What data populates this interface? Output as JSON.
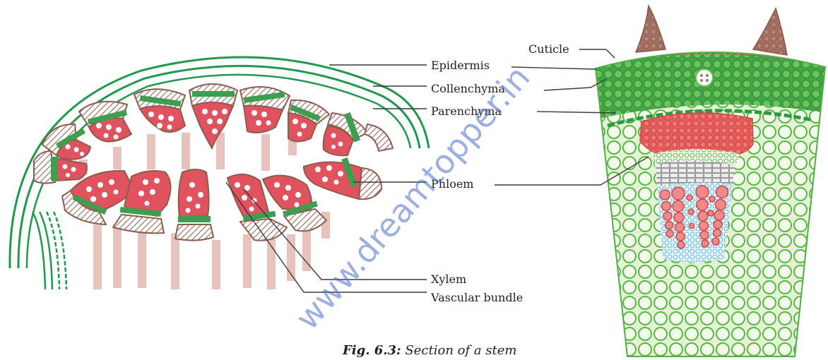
{
  "labels": {
    "cuticle": "Cuticle",
    "epidermis": "Epidermis",
    "collenchyma": "Collenchyma",
    "parenchyma": "Parenchyma",
    "phloem": "Phloem",
    "xylem": "Xylem",
    "vascular_bundle": "Vascular bundle"
  },
  "caption": {
    "figure": "Fig. 6.3:",
    "text": " Section of a stem"
  },
  "watermark": "www.dreamtopper.in",
  "colors": {
    "epidermis_green": "#1f9a4a",
    "cell_green": "#53b84a",
    "light_green": "#c9e7b2",
    "xylem_red": "#e0525e",
    "bundle_brown": "#a97868",
    "pith_pink": "#e8c3bd",
    "protoxylem_blue": "#52b4db",
    "leader": "#3a3a3a"
  }
}
